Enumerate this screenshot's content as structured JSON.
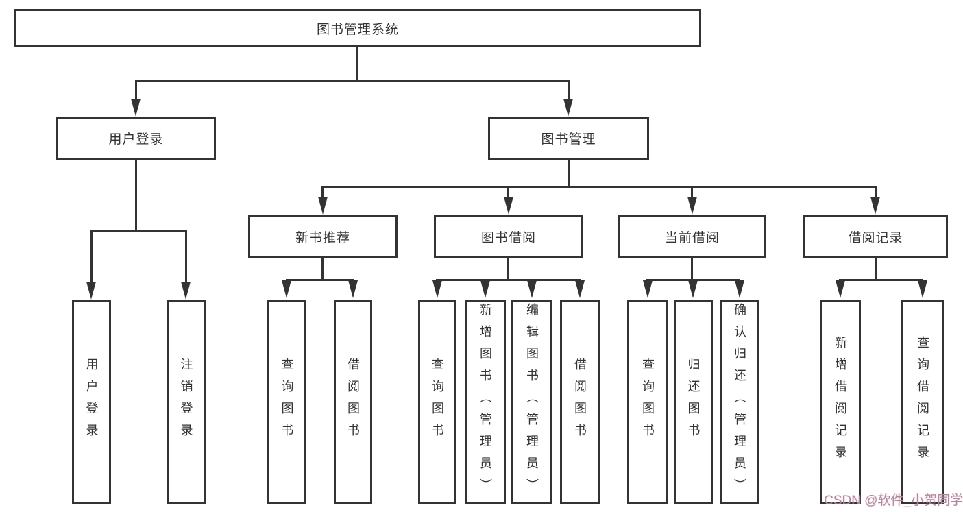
{
  "diagram": {
    "root": "图书管理系统",
    "level2": [
      "用户登录",
      "图书管理"
    ],
    "level3": [
      "新书推荐",
      "图书借阅",
      "当前借阅",
      "借阅记录"
    ],
    "leaves": [
      "用户登录",
      "注销登录",
      "查询图书",
      "借阅图书",
      "查询图书",
      "新增图书（管理员）",
      "编辑图书（管理员）",
      "借阅图书",
      "查询图书",
      "归还图书",
      "确认归还（管理员）",
      "新增借阅记录",
      "查询借阅记录"
    ]
  },
  "watermark": "CSDN @软件_小贺同学",
  "colors": {
    "line": "#333333",
    "watermark": "#aa8a9c"
  }
}
